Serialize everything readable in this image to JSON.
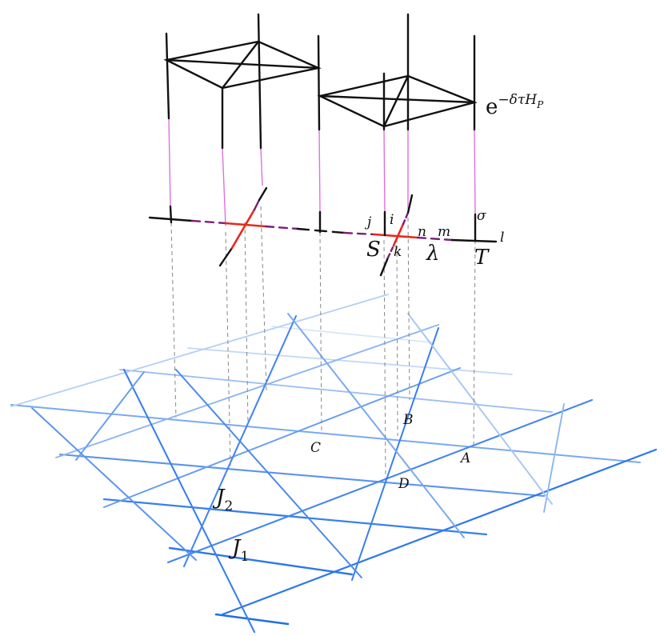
{
  "labels": {
    "operator": "e",
    "operator_sup": "−δτH",
    "operator_sub": "P",
    "sigma": "σ",
    "j": "j",
    "i": "i",
    "n": "n",
    "m": "m",
    "l": "l",
    "S": "S",
    "k": "k",
    "lambda": "λ",
    "T": "T",
    "B": "B",
    "C": "C",
    "A": "A",
    "D": "D",
    "J2": "J",
    "J2_sub": "2",
    "J1": "J",
    "J1_sub": "1"
  },
  "colors": {
    "lattice_near": "#1f6fe8",
    "lattice_far": "#c9dcf5",
    "structure": "#111111",
    "worldline": "#e070e0",
    "highlight": "#e8281c",
    "dashed_bond": "#7a1f7a",
    "projection": "#888888"
  }
}
